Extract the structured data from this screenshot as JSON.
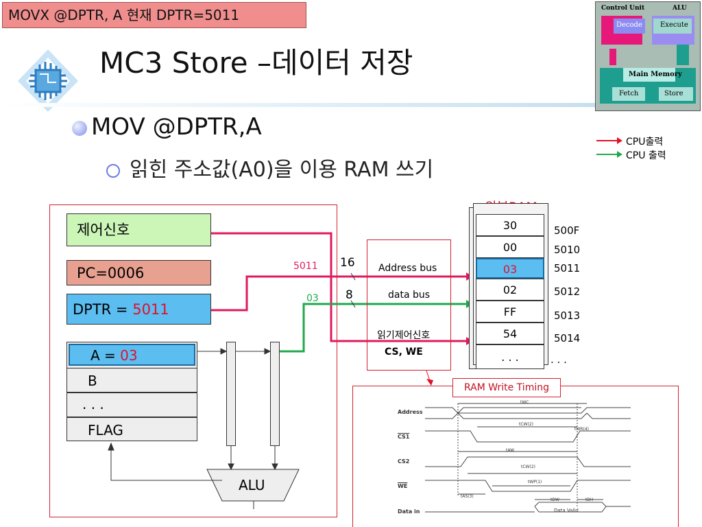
{
  "header": {
    "tag": "MOVX @DPTR, A   현재 DPTR=5011",
    "title": "MC3 Store –데이터 저장",
    "cycle_labels": {
      "control_unit": "Control Unit",
      "alu": "ALU",
      "decode": "Decode",
      "execute": "Execute",
      "main_memory": "Main Memory",
      "fetch": "Fetch",
      "store": "Store"
    }
  },
  "bullets": {
    "main": "MOV @DPTR,A",
    "sub": "읽힌 주소값(A0)을 이용 RAM 쓰기"
  },
  "legend": {
    "red": "CPU출력",
    "green": "CPU 출력"
  },
  "cpu": {
    "control": "제어신호",
    "pc": "PC=0006",
    "dptr_label": "DPTR = ",
    "dptr_value": "5011",
    "reg_a_label": "A = ",
    "reg_a_value": "03",
    "reg_b": "B",
    "reg_dots": ". . .",
    "reg_flag": "FLAG",
    "alu": "ALU"
  },
  "bus": {
    "addr_value": "5011",
    "data_value": "03",
    "addr_width": "16",
    "data_width": "8",
    "address_bus": "Address bus",
    "data_bus": "data bus",
    "read_ctrl": "읽기제어신호",
    "cs_we": "CS, WE"
  },
  "ram": {
    "title": "외부RAM",
    "cells": [
      {
        "value": "30",
        "addr": "500F"
      },
      {
        "value": "00",
        "addr": "5010"
      },
      {
        "value": "03",
        "addr": "5011"
      },
      {
        "value": "02",
        "addr": "5012"
      },
      {
        "value": "FF",
        "addr": "5013"
      },
      {
        "value": "54",
        "addr": "5014"
      },
      {
        "value": ". . .",
        "addr": ". . ."
      }
    ]
  },
  "timing": {
    "title": "RAM Write Timing",
    "rows": [
      "Address",
      "CS1",
      "CS2",
      "WE",
      "Data in"
    ],
    "labels": {
      "twc": "tWC",
      "tcw": "tCW(2)",
      "twr": "tWR(4)",
      "taw": "tAW",
      "tcw2": "tCW(2)",
      "twp": "tWP(1)",
      "tas": "tAS(3)",
      "tdw": "tDW",
      "tdh": "tDH",
      "data_valid": "Data Valid"
    }
  },
  "colors": {
    "red": "#e0195c",
    "green": "#1fa84a",
    "highlight": "#5bbdf0"
  }
}
